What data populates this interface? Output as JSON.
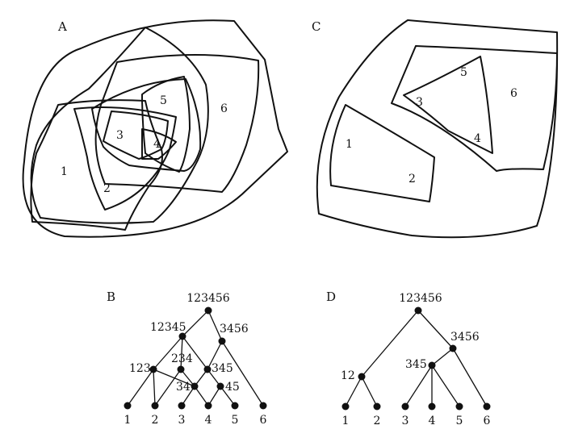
{
  "panels": {
    "a": {
      "label": "A",
      "numbers": [
        "1",
        "2",
        "3",
        "4",
        "5",
        "6"
      ]
    },
    "b": {
      "label": "B",
      "nodes": [
        "123456",
        "12345",
        "3456",
        "123",
        "234",
        "345",
        "34",
        "45",
        "1",
        "2",
        "3",
        "4",
        "5",
        "6"
      ]
    },
    "c": {
      "label": "C",
      "numbers": [
        "1",
        "2",
        "3",
        "4",
        "5",
        "6"
      ]
    },
    "d": {
      "label": "D",
      "nodes": [
        "123456",
        "3456",
        "345",
        "12",
        "1",
        "2",
        "3",
        "4",
        "5",
        "6"
      ]
    }
  },
  "colors": {
    "ink": "#111111",
    "background": "#ffffff"
  }
}
